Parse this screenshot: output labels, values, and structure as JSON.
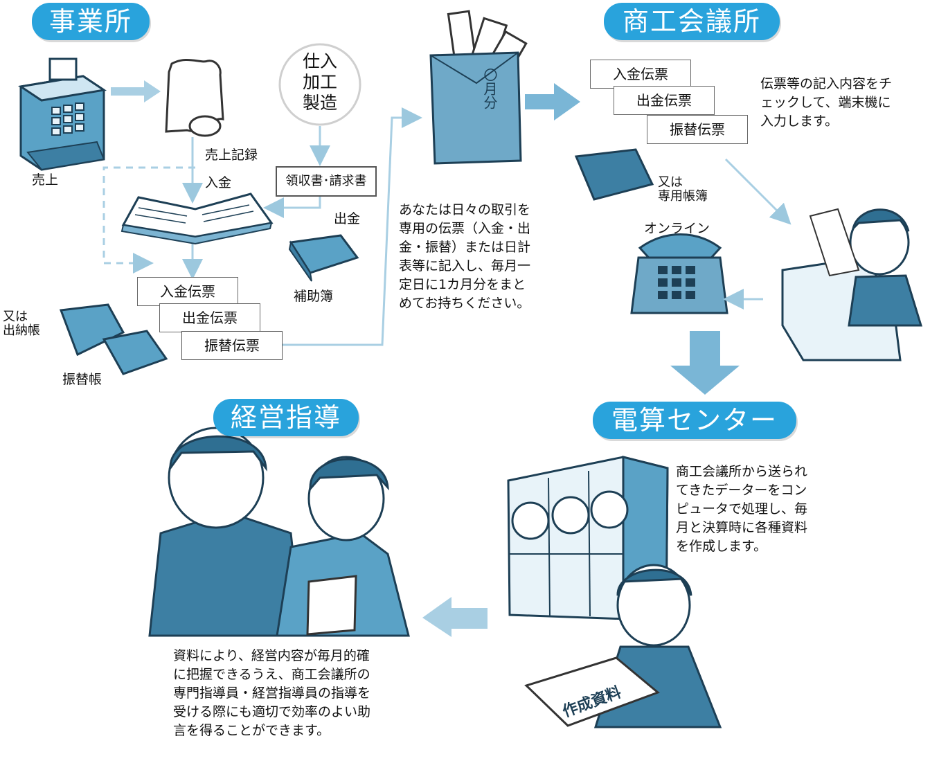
{
  "sections": {
    "office": "事業所",
    "chamber": "商工会議所",
    "guidance": "経営指導",
    "center": "電算センター"
  },
  "office": {
    "uriage": "売上",
    "uriage_kiroku": "売上記録",
    "nyukin": "入金",
    "process_lines": [
      "仕入",
      "加工",
      "製造"
    ],
    "receipt_box": "領収書･請求書",
    "shukkin": "出金",
    "hojobo": "補助簿",
    "slips": [
      "入金伝票",
      "出金伝票",
      "振替伝票"
    ],
    "matawa_suitocho_lines": [
      "又は",
      "出納帳"
    ],
    "furikaecho": "振替帳",
    "envelope_label": "〇月分",
    "instruction": "あなたは日々の取引を\n専用の伝票（入金・出\n金・振替）または日計\n表等に記入し、毎月一\n定日に1カ月分をまと\nめてお持ちください。"
  },
  "chamber": {
    "slips": [
      "入金伝票",
      "出金伝票",
      "振替伝票"
    ],
    "matawa_lines": [
      "又は",
      "専用帳簿"
    ],
    "online": "オンライン",
    "instruction": "伝票等の記入内容をチ\nェックして、端末機に\n入力します。"
  },
  "center": {
    "description": "商工会議所から送られ\nてきたデーターをコン\nピュータで処理し、毎\n月と決算時に各種資料\nを作成します。",
    "document_label": "作成資料"
  },
  "guidance": {
    "description": "資料により、経営内容が毎月的確\nに把握できるうえ、商工会議所の\n専門指導員・経営指導員の指導を\n受ける際にも適切で効率のよい助\n言を得ることができます。"
  },
  "colors": {
    "accent": "#29a3dc",
    "illustration": "#2f7fa6",
    "arrow_light": "#a9cfe3",
    "arrow_dark": "#7ab6d6"
  }
}
